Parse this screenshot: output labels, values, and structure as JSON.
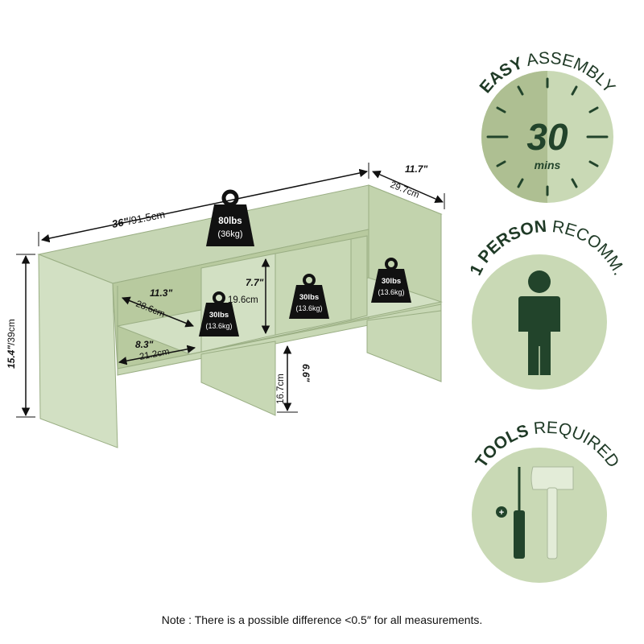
{
  "product": {
    "width": {
      "in": "36\"",
      "cm": "/91.5cm"
    },
    "depth": {
      "in": "11.7\"",
      "cm": "29.7cm"
    },
    "height": {
      "in": "15.4\"",
      "cm": "/39cm"
    },
    "inner_depth": {
      "in": "11.3\"",
      "cm": "28.6cm"
    },
    "cubby_height": {
      "in": "7.7\"",
      "cm": "19.6cm"
    },
    "cubby_width": {
      "in": "8.3\"",
      "cm": "21.2cm"
    },
    "clearance": {
      "in": "6.6\"",
      "cm": "16.7cm"
    },
    "top_weight": {
      "lbs": "80lbs",
      "kg": "(36kg)"
    },
    "shelf_weight": {
      "lbs": "30lbs",
      "kg": "(13.6kg)"
    }
  },
  "badges": {
    "assembly": {
      "bold": "EASY",
      "rest": " ASSEMBLY",
      "number": "30",
      "unit": "mins"
    },
    "person": {
      "bold": "1 PERSON",
      "rest": " RECOMM."
    },
    "tools": {
      "bold": "TOOLS",
      "rest": " REQUIRED"
    }
  },
  "note": "Note : There is a possible difference <0.5″ for all measurements.",
  "colors": {
    "wood_front": "#d2e0c3",
    "wood_top": "#c6d6b4",
    "wood_shadow": "#b4c6a0",
    "badge_light": "#c9d9b5",
    "badge_mid": "#aebf92",
    "badge_dark": "#22442b"
  }
}
